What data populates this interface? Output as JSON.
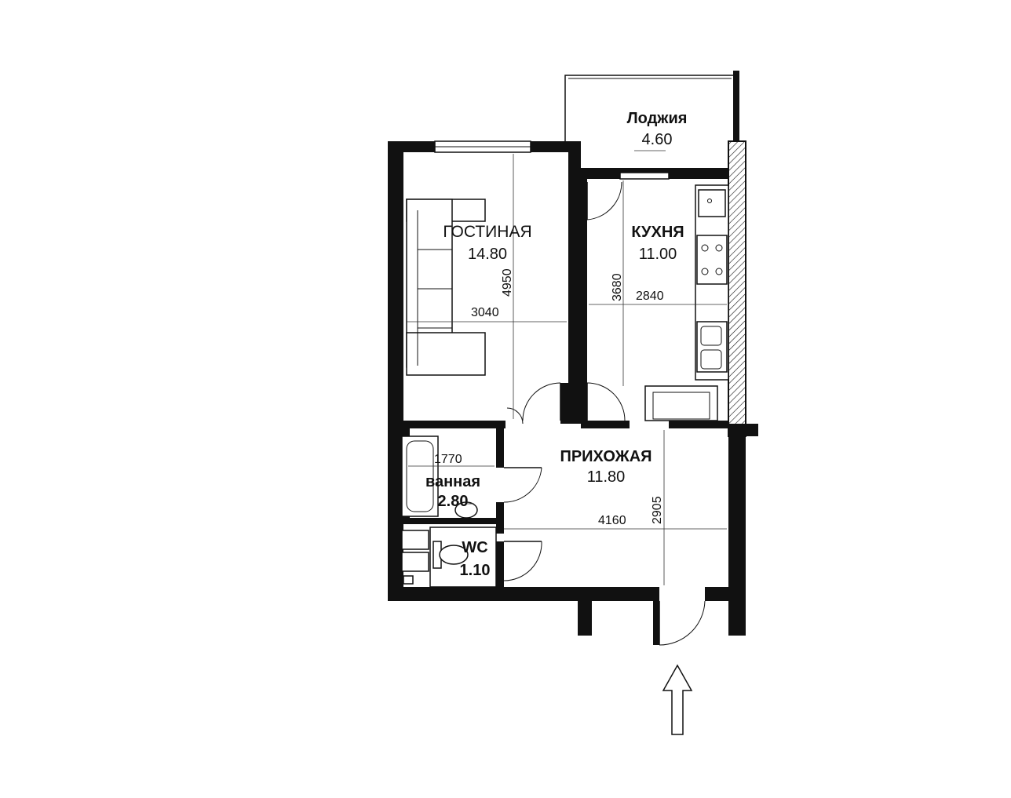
{
  "rooms": {
    "loggia": {
      "name": "Лоджия",
      "area": "4.60"
    },
    "living": {
      "name": "ГОСТИНАЯ",
      "area": "14.80"
    },
    "kitchen": {
      "name": "КУХНЯ",
      "area": "11.00"
    },
    "hall": {
      "name": "ПРИХОЖАЯ",
      "area": "11.80"
    },
    "bath": {
      "name": "ванная",
      "area": "2.80"
    },
    "wc": {
      "name": "WC",
      "area": "1.10"
    }
  },
  "dimensions": {
    "living_depth": "4950",
    "living_width": "3040",
    "kitchen_depth": "3680",
    "kitchen_width": "2840",
    "bath_width": "1770",
    "hall_depth": "2905",
    "hall_width": "4160"
  },
  "icons": {
    "entrance": "entrance-arrow-icon",
    "stove": "stove-icon",
    "sink": "sink-icon",
    "toilet": "toilet-icon",
    "bathtub": "bathtub-icon",
    "sofa": "sofa-icon"
  }
}
